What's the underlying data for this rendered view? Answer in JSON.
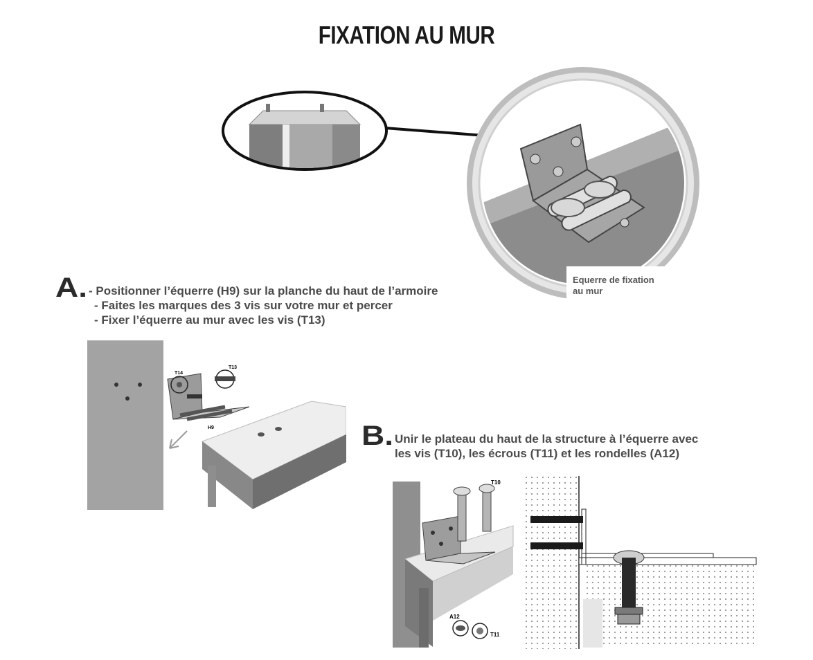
{
  "title": "FIXATION AU MUR",
  "detail_caption": [
    "Equerre de fixation",
    "au mur"
  ],
  "step_a": {
    "letter": "A.",
    "lines": [
      "- Positionner l’équerre (H9) sur la planche du haut de l’armoire",
      "- Faites les marques des 3 vis sur votre mur et percer",
      "- Fixer l’équerre au mur avec les vis (T13)"
    ],
    "labels": {
      "t14": "T14",
      "t13": "T13",
      "h9": "H9"
    }
  },
  "step_b": {
    "letter": "B.",
    "lines": [
      "Unir le plateau du haut de la structure à l’équerre avec",
      "les vis (T10), les écrous (T11) et les rondelles (A12)"
    ],
    "labels": {
      "t10": "T10",
      "a12": "A12",
      "t11": "T11"
    }
  }
}
